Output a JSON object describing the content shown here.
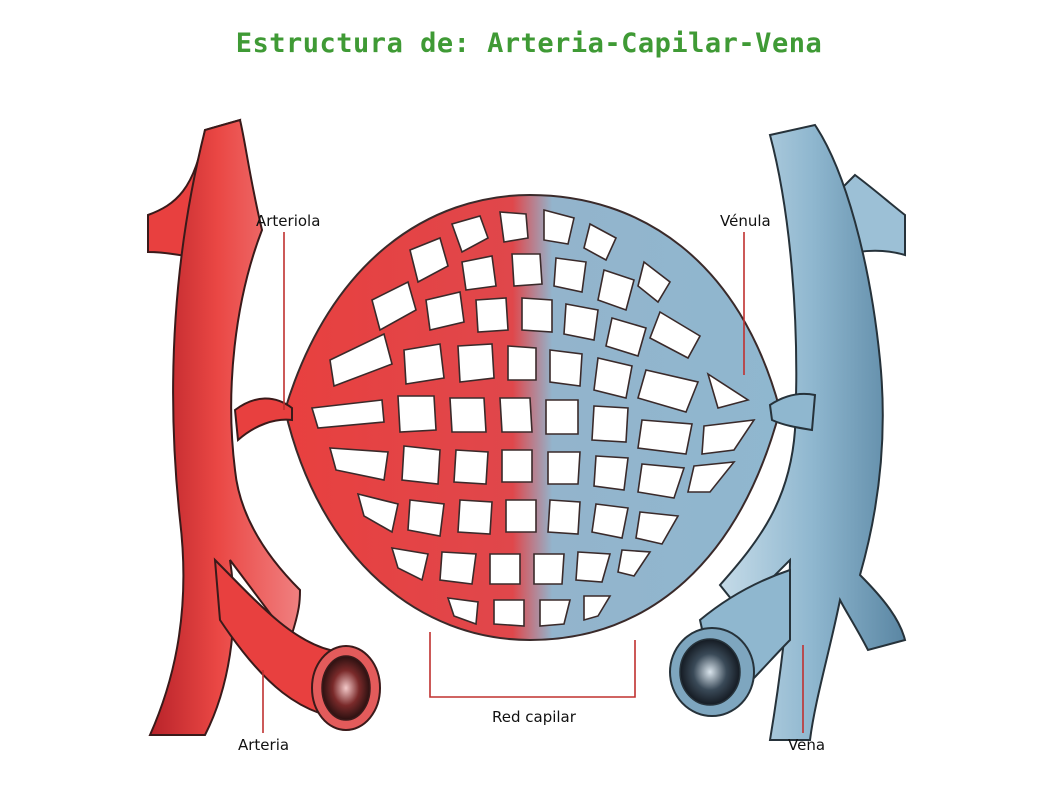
{
  "title": "Estructura de: Arteria-Capilar-Vena",
  "labels": {
    "arteriola": "Arteriola",
    "venula": "Vénula",
    "arteria": "Arteria",
    "vena": "Vena",
    "red_capilar": "Red capilar"
  },
  "colors": {
    "title": "#3f9a35",
    "artery": "#e8403f",
    "artery_dark": "#b8232a",
    "vein": "#8fb7cf",
    "vein_dark": "#5a86a3",
    "leader": "#c0302f"
  }
}
